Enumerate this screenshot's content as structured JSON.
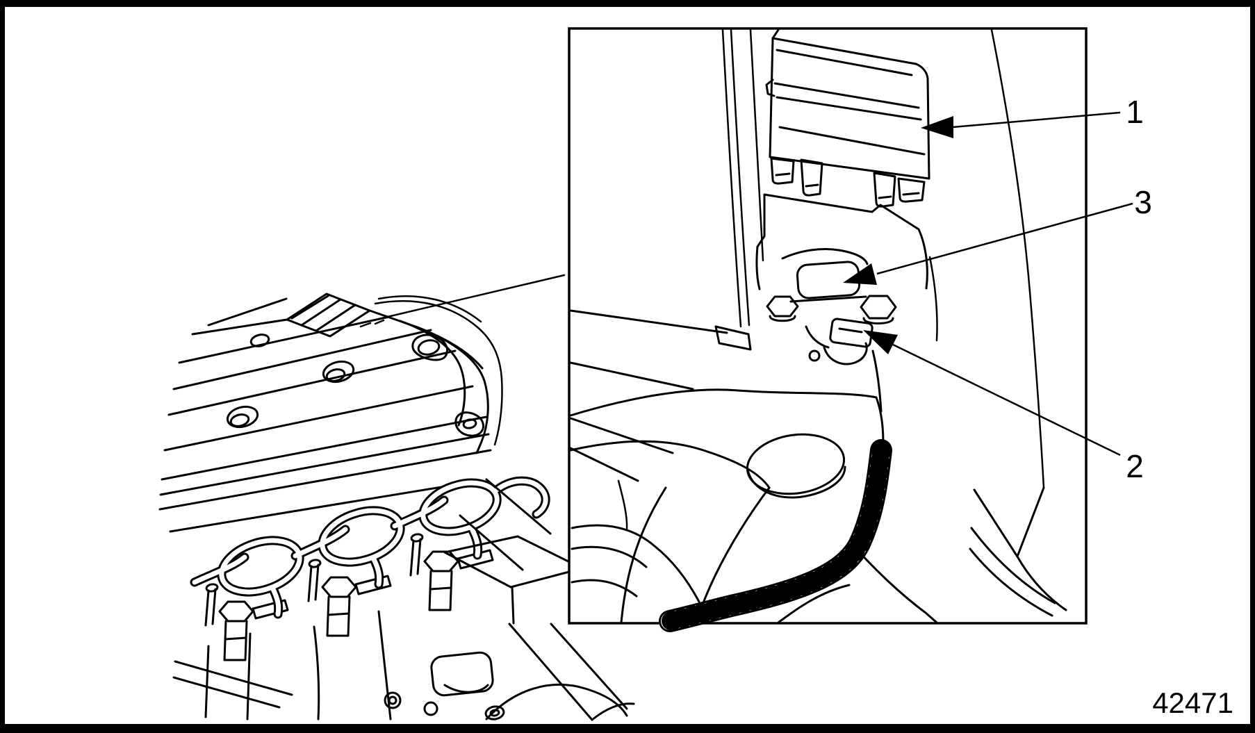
{
  "figure": {
    "id_label": "42471"
  },
  "callouts": [
    {
      "label": "1",
      "arrow_icon": "filled-triangle-arrowhead"
    },
    {
      "label": "2",
      "arrow_icon": "filled-triangle-arrowhead"
    },
    {
      "label": "3",
      "arrow_icon": "filled-triangle-arrowhead"
    }
  ],
  "colors": {
    "ink": "#000000",
    "paper": "#ffffff",
    "frame": "#000000"
  }
}
